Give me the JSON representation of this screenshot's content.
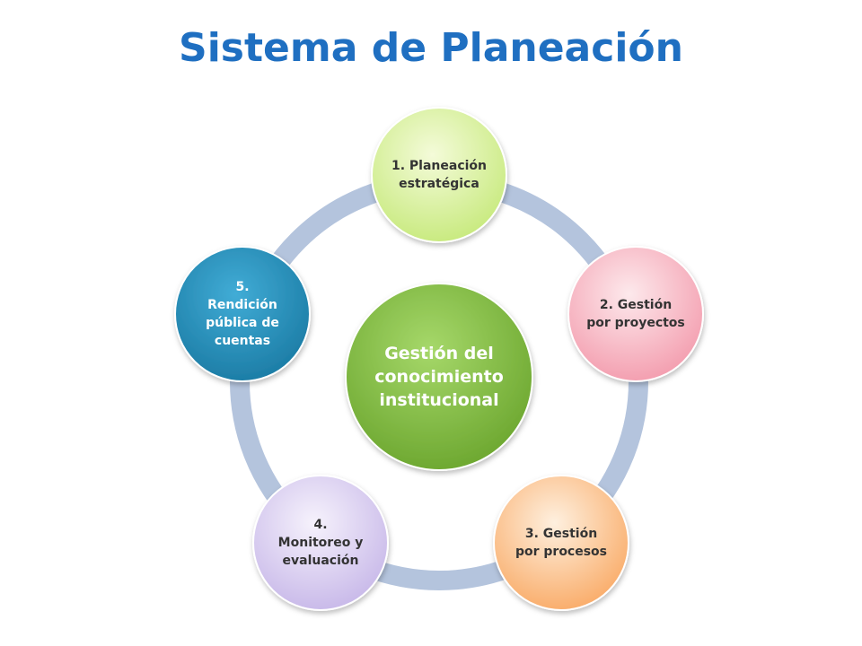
{
  "title": "Sistema de Planeación",
  "center": {
    "label": "Gestión del conocimiento institucional"
  },
  "nodes": [
    {
      "label": "1. Planeación estratégica"
    },
    {
      "label": "2. Gestión por proyectos"
    },
    {
      "label": "3. Gestión por procesos"
    },
    {
      "label": "4. Monitoreo y evaluación"
    },
    {
      "label": "5. Rendición pública de cuentas"
    }
  ],
  "colors": {
    "title": "#1f6fc1",
    "ring": "#b4c4dd",
    "center": "#7cb83c",
    "node1": "#d6ef9a",
    "node2": "#f7b8c3",
    "node3": "#fbc08c",
    "node4": "#d9cdf0",
    "node5": "#2a8fb8"
  }
}
